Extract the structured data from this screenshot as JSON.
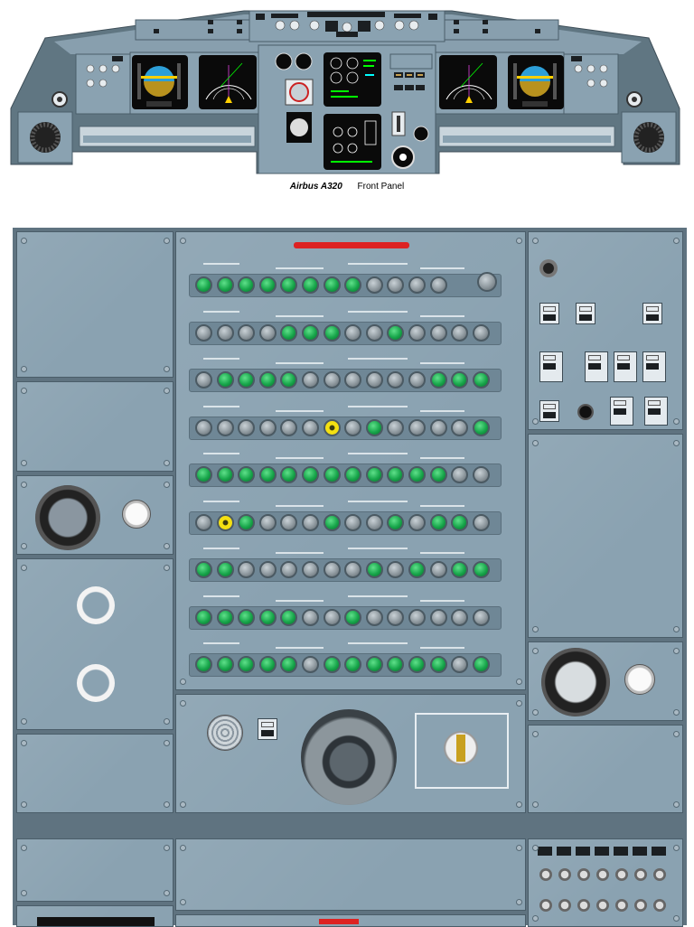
{
  "front_panel": {
    "aircraft": "Airbus A320",
    "title": "Front Panel",
    "screens": [
      "pfd-captain",
      "nd-captain",
      "ewd",
      "sd",
      "nd-fo",
      "pfd-fo"
    ]
  },
  "overhead": {
    "main_title": "",
    "rows": [
      [
        "gn",
        "gn",
        "gn",
        "gn",
        "gn",
        "gn",
        "gn",
        "gn",
        "gy",
        "gy",
        "gy",
        "gy"
      ],
      [
        "gy",
        "gy",
        "gy",
        "gy",
        "gn",
        "gn",
        "gn",
        "gy",
        "gy",
        "gn",
        "gy",
        "gy",
        "gy",
        "gy"
      ],
      [
        "gy",
        "gn",
        "gn",
        "gn",
        "gn",
        "gy",
        "gy",
        "gy",
        "gy",
        "gy",
        "gy",
        "gn",
        "gn",
        "gn"
      ],
      [
        "gy",
        "gy",
        "gy",
        "gy",
        "gy",
        "gy",
        "yl",
        "gy",
        "gn",
        "gy",
        "gy",
        "gy",
        "gy",
        "gn"
      ],
      [
        "gn",
        "gn",
        "gn",
        "gn",
        "gn",
        "gn",
        "gn",
        "gn",
        "gn",
        "gn",
        "gn",
        "gn",
        "gy",
        "gy"
      ],
      [
        "gy",
        "yl",
        "gn",
        "gy",
        "gy",
        "gy",
        "gn",
        "gy",
        "gy",
        "gn",
        "gy",
        "gn",
        "gn",
        "gy"
      ],
      [
        "gn",
        "gn",
        "gy",
        "gy",
        "gy",
        "gy",
        "gy",
        "gy",
        "gn",
        "gy",
        "gn",
        "gy",
        "gn",
        "gn"
      ],
      [
        "gn",
        "gn",
        "gn",
        "gn",
        "gn",
        "gy",
        "gy",
        "gn",
        "gy",
        "gy",
        "gy",
        "gy",
        "gy",
        "gy"
      ],
      [
        "gn",
        "gn",
        "gn",
        "gn",
        "gn",
        "gy",
        "gn",
        "gn",
        "gn",
        "gn",
        "gn",
        "gn",
        "gy",
        "gn"
      ]
    ],
    "right_label": "",
    "colors": {
      "panel": "#8aa2b1",
      "frame": "#5f7380",
      "green": "#17a54a",
      "yellow": "#f4e012",
      "red": "#d22222"
    }
  }
}
